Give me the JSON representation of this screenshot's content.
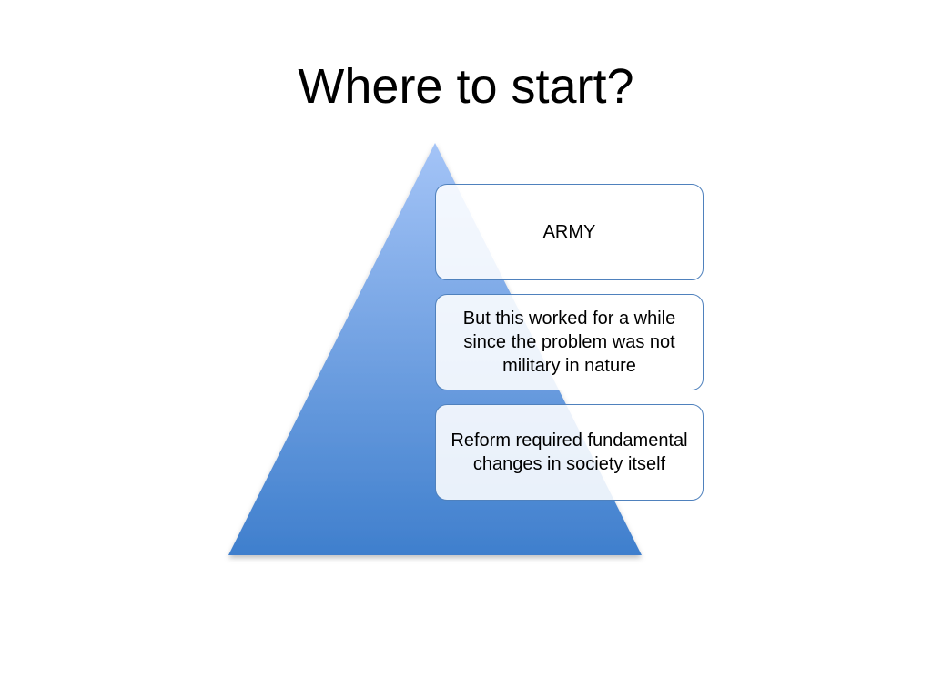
{
  "slide": {
    "title": "Where to start?"
  },
  "diagram": {
    "type": "pyramid-list",
    "colors": {
      "pyramid_top": "#a4c4f7",
      "pyramid_bottom": "#3f7fcd",
      "box_border": "#4f81bd",
      "box_fill": "#ffffff"
    },
    "items": [
      {
        "text": "ARMY"
      },
      {
        "text": "But this worked for a while since the problem was not military in nature"
      },
      {
        "text": "Reform required fundamental changes in society itself"
      }
    ]
  }
}
